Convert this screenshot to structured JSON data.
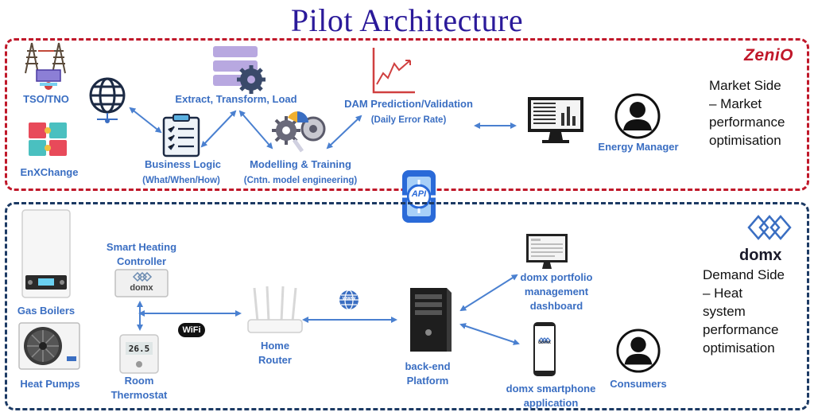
{
  "title": "Pilot Architecture",
  "market": {
    "brand": "ZeniO",
    "side_text_1": "Market Side",
    "side_text_2": "– Market",
    "side_text_3": "performance",
    "side_text_4": "optimisation",
    "tso": "TSO/TNO",
    "enx": "EnXChange",
    "etl": "Extract, Transform, Load",
    "dam": "DAM Prediction/Validation",
    "dam_sub": "(Daily Error Rate)",
    "bl": "Business Logic",
    "bl_sub": "(What/When/How)",
    "mt": "Modelling & Training",
    "mt_sub": "(Cntn. model engineering)",
    "em": "Energy Manager"
  },
  "api": "API",
  "demand": {
    "brand": "domx",
    "side_text_1": "Demand Side",
    "side_text_2": "– Heat",
    "side_text_3": "system",
    "side_text_4": "performance",
    "side_text_5": "optimisation",
    "gas": "Gas Boilers",
    "heat": "Heat Pumps",
    "shc_1": "Smart Heating",
    "shc_2": "Controller",
    "shc_brand": "domx",
    "thermo_1": "Room",
    "thermo_2": "Thermostat",
    "thermo_display": "26.5",
    "wifi": "WiFi",
    "router_1": "Home",
    "router_2": "Router",
    "www": "www",
    "backend_1": "back-end",
    "backend_2": "Platform",
    "portfolio_1": "domx portfolio",
    "portfolio_2": "management",
    "portfolio_3": "dashboard",
    "app_1": "domx smartphone",
    "app_2": "application",
    "phone_brand": "domx",
    "consumers": "Consumers"
  },
  "colors": {
    "title": "#2b1a9a",
    "market_border": "#c0182a",
    "demand_border": "#1c3a64",
    "label": "#3a6ec2",
    "arrow": "#4a80d0"
  }
}
